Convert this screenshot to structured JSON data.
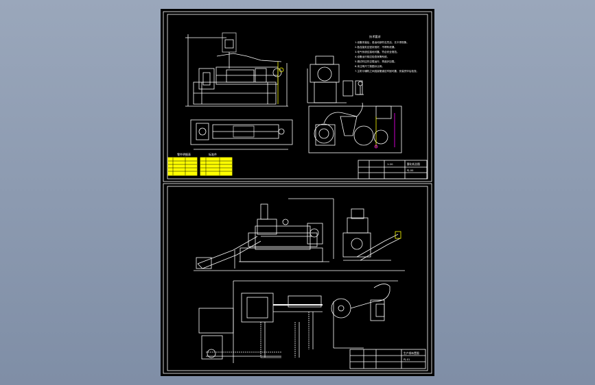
{
  "viewer": {
    "background": "#8e9cb2",
    "sheet_color": "#000000",
    "line_color": "#ffffff",
    "accent_yellow": "#ffff00",
    "accent_magenta": "#ff00ff",
    "accent_cyan": "#00ffff"
  },
  "sheet_top": {
    "notes_heading": "技术要求",
    "notes": [
      "1.设备安装后，各运动部件应灵活，无卡滞现象。",
      "2.各连接处应密封良好，不得有泄漏。",
      "3.电气系统应接地可靠，符合安全规范。",
      "4.设备运行前应检查润滑系统。",
      "5.调试时应先空载运行，再逐步加载。",
      "6.未注明尺寸按图示比例。",
      "7.主机与辅机之间连接管道应牢固可靠，安装完毕后检查。"
    ],
    "title_block": {
      "name": "膨化机总图",
      "drawing_no": "PJ-00",
      "scale": "1:20"
    },
    "table_a_label": "零件明细表",
    "table_b_label": "标准件"
  },
  "sheet_bottom": {
    "title_block": {
      "name": "生产线布置图",
      "drawing_no": "PJ-01"
    }
  }
}
